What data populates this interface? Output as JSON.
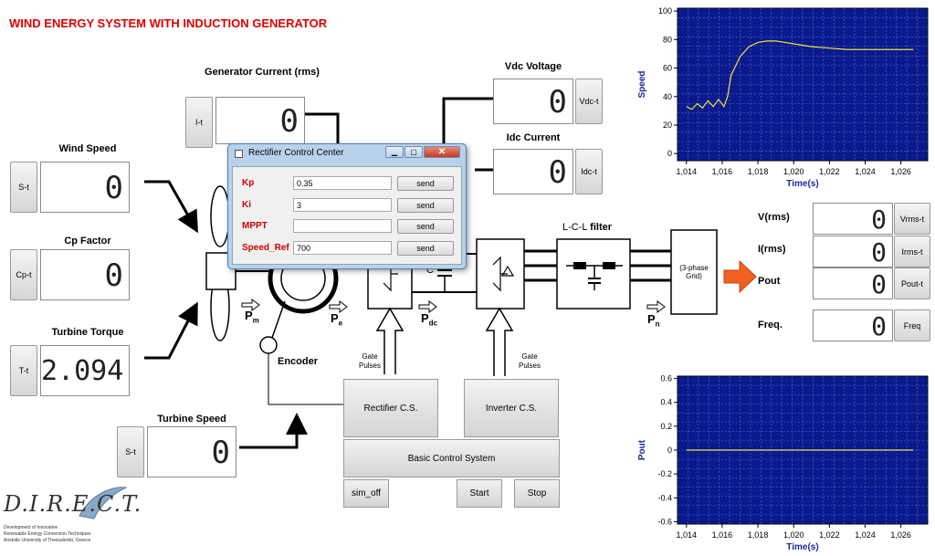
{
  "app_title": "WIND ENERGY SYSTEM WITH INDUCTION GENERATOR",
  "panels": {
    "generator_current": {
      "label": "Generator Current (rms)",
      "button": "I-t",
      "value": "0"
    },
    "wind_speed": {
      "label": "Wind Speed",
      "button": "S-t",
      "value": "0"
    },
    "cp_factor": {
      "label": "Cp Factor",
      "button": "Cp-t",
      "value": "0"
    },
    "turbine_torque": {
      "label": "Turbine Torque",
      "button": "T-t",
      "value": "2.094"
    },
    "turbine_speed": {
      "label": "Turbine Speed",
      "button": "S-t",
      "value": "0"
    },
    "vdc_voltage": {
      "label": "Vdc Voltage",
      "button": "Vdc-t",
      "value": "0"
    },
    "idc_current": {
      "label": "Idc Current",
      "button": "Idc-t",
      "value": "0"
    },
    "vrms": {
      "label": "V(rms)",
      "button": "Vrms-t",
      "value": "0"
    },
    "irms": {
      "label": "I(rms)",
      "button": "Irms-t",
      "value": "0"
    },
    "pout": {
      "label": "Pout",
      "button": "Pout-t",
      "value": "0"
    },
    "freq": {
      "label": "Freq.",
      "button": "Freq",
      "value": "0"
    }
  },
  "diagram": {
    "filter_label": "L-C-L",
    "filter_suffix": "filter",
    "grid_label": "(3-phase Grid)",
    "capacitor": "C",
    "encoder": "Encoder",
    "gate_pulses": "Gate Pulses",
    "pm": "P",
    "pm_sub": "m",
    "pe": "P",
    "pe_sub": "e",
    "pdc": "P",
    "pdc_sub": "dc",
    "pn": "P",
    "pn_sub": "n"
  },
  "controls": {
    "rectifier_cs": "Rectifier C.S.",
    "inverter_cs": "Inverter C.S.",
    "basic_cs": "Basic Control System",
    "sim_off": "sim_off",
    "start": "Start",
    "stop": "Stop"
  },
  "dialog": {
    "title": "Rectifier Control Center",
    "rows": [
      {
        "label": "Kp",
        "value": "0.35",
        "button": "send"
      },
      {
        "label": "Ki",
        "value": "3",
        "button": "send"
      },
      {
        "label": "MPPT",
        "value": "",
        "button": "send"
      },
      {
        "label": "Speed_Ref",
        "value": "700",
        "button": "send"
      }
    ]
  },
  "logo": {
    "text": "D.I.R.E.C.T.",
    "line1": "Development of Innovative",
    "line2": "Renewable Energy Conversion Techniques",
    "line3": "Aristotle University of Thessaloniki, Greece"
  },
  "colors": {
    "chart_bg": "#0a1a8c",
    "trace": "#f0e040",
    "title_red": "#e00000",
    "arrow_orange": "#f06020"
  },
  "chart_data": [
    {
      "type": "line",
      "ylabel": "Speed",
      "xlabel": "Time(s)",
      "xlim": [
        1.0135,
        1.0275
      ],
      "ylim": [
        -5,
        102
      ],
      "xticks": [
        "1,014",
        "1,016",
        "1,018",
        "1,020",
        "1,022",
        "1,024",
        "1,026"
      ],
      "yticks": [
        "0",
        "20",
        "40",
        "60",
        "80",
        "100"
      ],
      "grid": true,
      "series": [
        {
          "x": [
            1.014,
            1.0143,
            1.0146,
            1.0149,
            1.0152,
            1.0155,
            1.0158,
            1.0161,
            1.0163,
            1.0165,
            1.017,
            1.0175,
            1.018,
            1.0185,
            1.019,
            1.0195,
            1.02,
            1.021,
            1.022,
            1.023,
            1.024,
            1.025,
            1.026,
            1.0267
          ],
          "values": [
            33,
            31,
            35,
            32,
            37,
            33,
            38,
            33,
            40,
            55,
            68,
            75,
            78,
            79,
            79,
            78,
            77,
            75,
            74,
            73,
            73,
            73,
            73,
            73
          ]
        }
      ]
    },
    {
      "type": "line",
      "ylabel": "Pout",
      "xlabel": "Time(s)",
      "xlim": [
        1.0135,
        1.0275
      ],
      "ylim": [
        -0.62,
        0.62
      ],
      "xticks": [
        "1,014",
        "1,016",
        "1,018",
        "1,020",
        "1,022",
        "1,024",
        "1,026"
      ],
      "yticks": [
        "-0.6",
        "-0.4",
        "-0.2",
        "0",
        "0.2",
        "0.4",
        "0.6"
      ],
      "grid": true,
      "series": [
        {
          "x": [
            1.014,
            1.0267
          ],
          "values": [
            0,
            0
          ]
        }
      ]
    }
  ]
}
